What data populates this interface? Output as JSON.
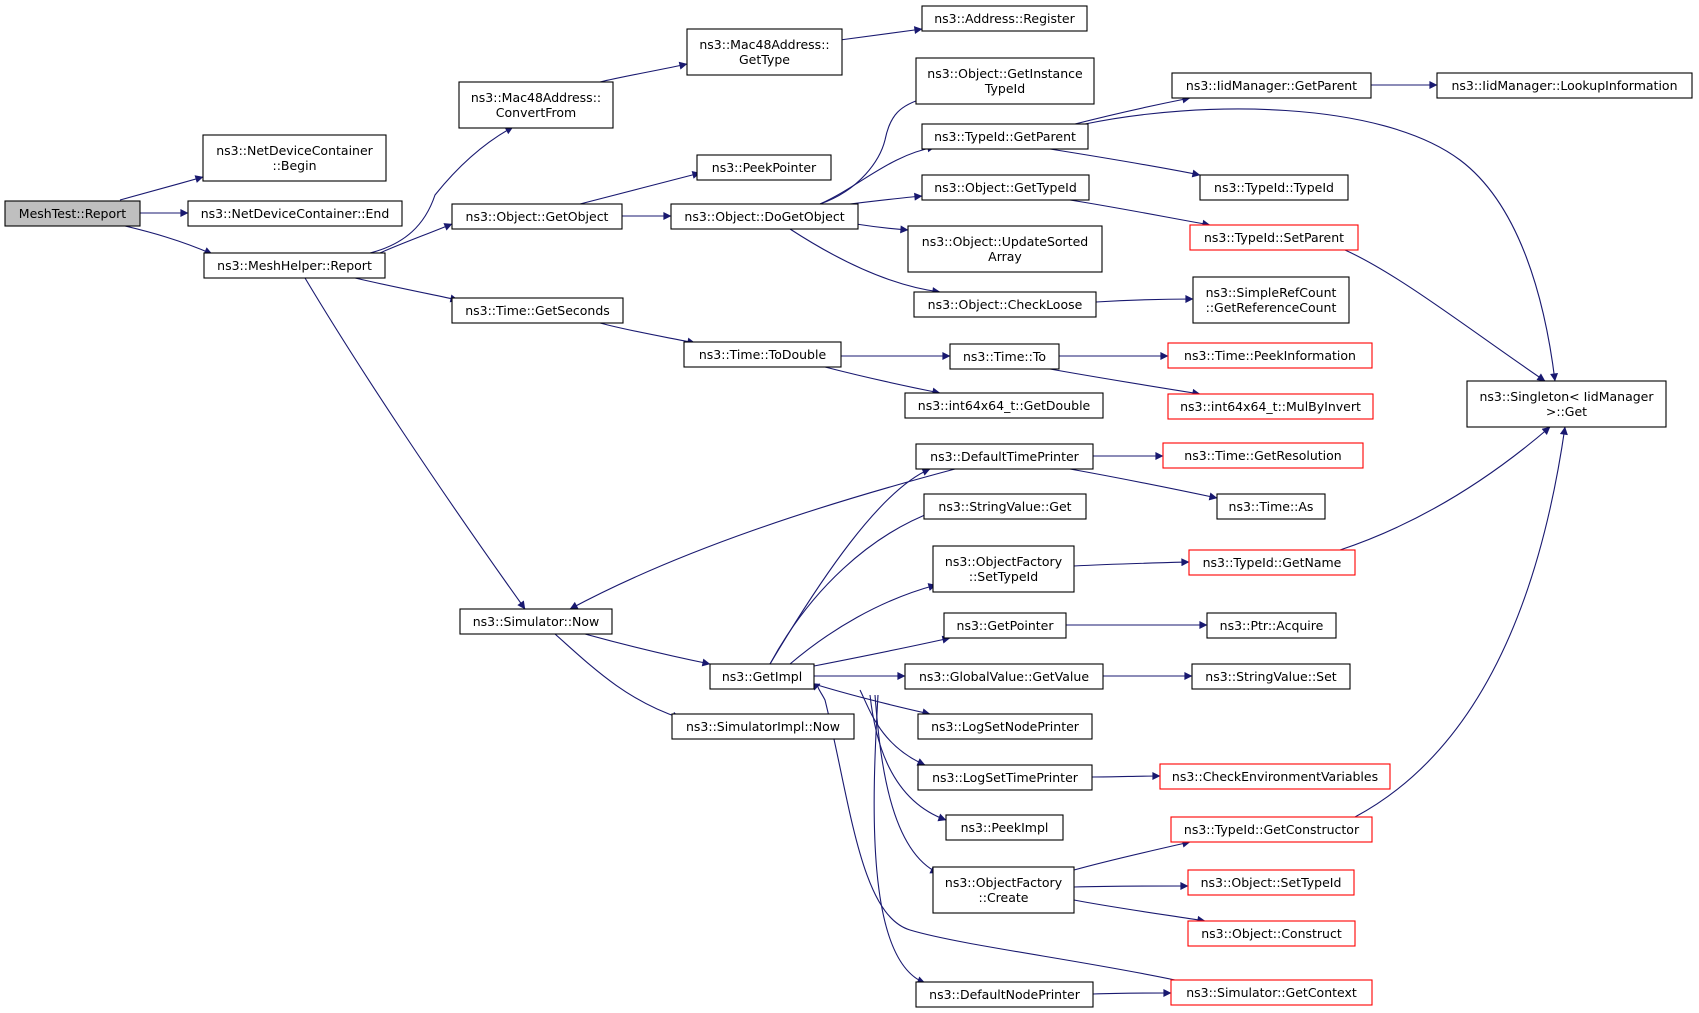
{
  "diagram": {
    "colors": {
      "edge": "#191970",
      "node_border": "#000000",
      "node_border_truncated": "#ff0000",
      "root_fill": "#bfbfbf",
      "node_fill": "#ffffff"
    },
    "nodes": [
      {
        "id": "meshtest_report",
        "lines": [
          "MeshTest::Report"
        ],
        "root": true
      },
      {
        "id": "netdevicecontainer_begin",
        "lines": [
          "ns3::NetDeviceContainer",
          "::Begin"
        ]
      },
      {
        "id": "netdevicecontainer_end",
        "lines": [
          "ns3::NetDeviceContainer::End"
        ]
      },
      {
        "id": "meshhelper_report",
        "lines": [
          "ns3::MeshHelper::Report"
        ]
      },
      {
        "id": "mac48_convertfrom",
        "lines": [
          "ns3::Mac48Address::",
          "ConvertFrom"
        ]
      },
      {
        "id": "mac48_gettype",
        "lines": [
          "ns3::Mac48Address::",
          "GetType"
        ]
      },
      {
        "id": "address_register",
        "lines": [
          "ns3::Address::Register"
        ]
      },
      {
        "id": "object_getobject",
        "lines": [
          "ns3::Object::GetObject"
        ]
      },
      {
        "id": "peekpointer",
        "lines": [
          "ns3::PeekPointer"
        ]
      },
      {
        "id": "object_dogetobject",
        "lines": [
          "ns3::Object::DoGetObject"
        ]
      },
      {
        "id": "object_getinstancetypeid",
        "lines": [
          "ns3::Object::GetInstance",
          "TypeId"
        ]
      },
      {
        "id": "typeid_getparent",
        "lines": [
          "ns3::TypeId::GetParent"
        ]
      },
      {
        "id": "iidmanager_getparent",
        "lines": [
          "ns3::IidManager::GetParent"
        ]
      },
      {
        "id": "iidmanager_lookupinformation",
        "lines": [
          "ns3::IidManager::LookupInformation"
        ]
      },
      {
        "id": "typeid_typeid",
        "lines": [
          "ns3::TypeId::TypeId"
        ]
      },
      {
        "id": "object_gettypeid",
        "lines": [
          "ns3::Object::GetTypeId"
        ]
      },
      {
        "id": "typeid_setparent",
        "lines": [
          "ns3::TypeId::SetParent"
        ],
        "truncated": true
      },
      {
        "id": "object_updatesortedarray",
        "lines": [
          "ns3::Object::UpdateSorted",
          "Array"
        ]
      },
      {
        "id": "object_checkloose",
        "lines": [
          "ns3::Object::CheckLoose"
        ]
      },
      {
        "id": "simplerefcount_getreferencecount",
        "lines": [
          "ns3::SimpleRefCount",
          "::GetReferenceCount"
        ]
      },
      {
        "id": "singleton_get",
        "lines": [
          "ns3::Singleton< IidManager",
          ">::Get"
        ]
      },
      {
        "id": "time_getseconds",
        "lines": [
          "ns3::Time::GetSeconds"
        ]
      },
      {
        "id": "time_todouble",
        "lines": [
          "ns3::Time::ToDouble"
        ]
      },
      {
        "id": "time_to",
        "lines": [
          "ns3::Time::To"
        ]
      },
      {
        "id": "time_peekinformation",
        "lines": [
          "ns3::Time::PeekInformation"
        ],
        "truncated": true
      },
      {
        "id": "int64x64_getdouble",
        "lines": [
          "ns3::int64x64_t::GetDouble"
        ]
      },
      {
        "id": "int64x64_mulbyinvert",
        "lines": [
          "ns3::int64x64_t::MulByInvert"
        ],
        "truncated": true
      },
      {
        "id": "defaulttimeprinter",
        "lines": [
          "ns3::DefaultTimePrinter"
        ]
      },
      {
        "id": "time_getresolution",
        "lines": [
          "ns3::Time::GetResolution"
        ],
        "truncated": true
      },
      {
        "id": "time_as",
        "lines": [
          "ns3::Time::As"
        ]
      },
      {
        "id": "stringvalue_get",
        "lines": [
          "ns3::StringValue::Get"
        ]
      },
      {
        "id": "objectfactory_settypeid",
        "lines": [
          "ns3::ObjectFactory",
          "::SetTypeId"
        ]
      },
      {
        "id": "typeid_getname",
        "lines": [
          "ns3::TypeId::GetName"
        ],
        "truncated": true
      },
      {
        "id": "simulator_now",
        "lines": [
          "ns3::Simulator::Now"
        ]
      },
      {
        "id": "getimpl",
        "lines": [
          "ns3::GetImpl"
        ]
      },
      {
        "id": "getpointer",
        "lines": [
          "ns3::GetPointer"
        ]
      },
      {
        "id": "ptr_acquire",
        "lines": [
          "ns3::Ptr::Acquire"
        ]
      },
      {
        "id": "globalvalue_getvalue",
        "lines": [
          "ns3::GlobalValue::GetValue"
        ]
      },
      {
        "id": "stringvalue_set",
        "lines": [
          "ns3::StringValue::Set"
        ]
      },
      {
        "id": "simulatorimpl_now",
        "lines": [
          "ns3::SimulatorImpl::Now"
        ]
      },
      {
        "id": "logsetnodeprinter",
        "lines": [
          "ns3::LogSetNodePrinter"
        ]
      },
      {
        "id": "logsettimeprinter",
        "lines": [
          "ns3::LogSetTimePrinter"
        ]
      },
      {
        "id": "checkenvironmentvariables",
        "lines": [
          "ns3::CheckEnvironmentVariables"
        ],
        "truncated": true
      },
      {
        "id": "peekimpl",
        "lines": [
          "ns3::PeekImpl"
        ]
      },
      {
        "id": "typeid_getconstructor",
        "lines": [
          "ns3::TypeId::GetConstructor"
        ],
        "truncated": true
      },
      {
        "id": "objectfactory_create",
        "lines": [
          "ns3::ObjectFactory",
          "::Create"
        ]
      },
      {
        "id": "object_settypeid",
        "lines": [
          "ns3::Object::SetTypeId"
        ],
        "truncated": true
      },
      {
        "id": "object_construct",
        "lines": [
          "ns3::Object::Construct"
        ],
        "truncated": true
      },
      {
        "id": "defaultnodeprinter",
        "lines": [
          "ns3::DefaultNodePrinter"
        ]
      },
      {
        "id": "simulator_getcontext",
        "lines": [
          "ns3::Simulator::GetContext"
        ],
        "truncated": true
      }
    ]
  }
}
